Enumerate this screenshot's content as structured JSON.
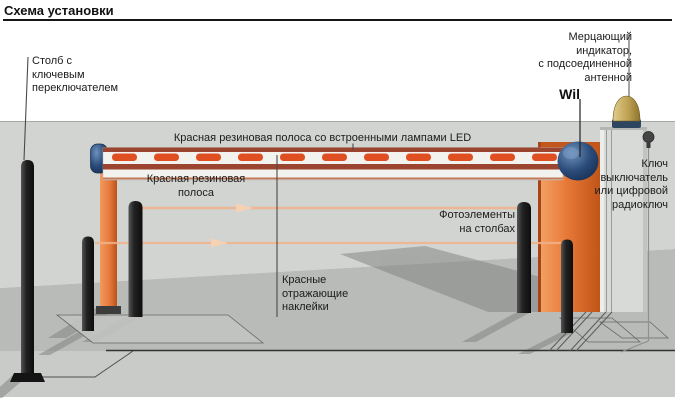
{
  "title": "Схема установки",
  "labels": {
    "post_key": {
      "l1": "Столб с",
      "l2": "ключевым",
      "l3": "переключателем"
    },
    "led_strip": {
      "l1": "Красная резиновая полоса со встроенными лампами LED"
    },
    "rubber_strip": {
      "l1": "Красная резиновая",
      "l2": "полоса"
    },
    "reflective": {
      "l1": "Красные",
      "l2": "отражающие",
      "l3": "наклейки"
    },
    "photocells": {
      "l1": "Фотоэлементы",
      "l2": "на столбах"
    },
    "indicator": {
      "l1": "Мерцающий",
      "l2": "индикатор,",
      "l3": "с подсоединенной",
      "l4": "антенной",
      "brand": "Wil"
    },
    "key_switch": {
      "l1": "Ключ",
      "l2": "выключатель",
      "l3": "или цифровой",
      "l4": "радиоключ"
    }
  },
  "colors": {
    "barrier_orange": "#e87a38",
    "led_red": "#e04f22",
    "arm_stripe_red": "#9b4530",
    "joint_blue": "#2a4a78",
    "lamp_olive": "#c0a050",
    "wall_grey": "#d2d4d1",
    "road_grey": "#b9bbb8",
    "beam_orange": "#f2b28a"
  }
}
